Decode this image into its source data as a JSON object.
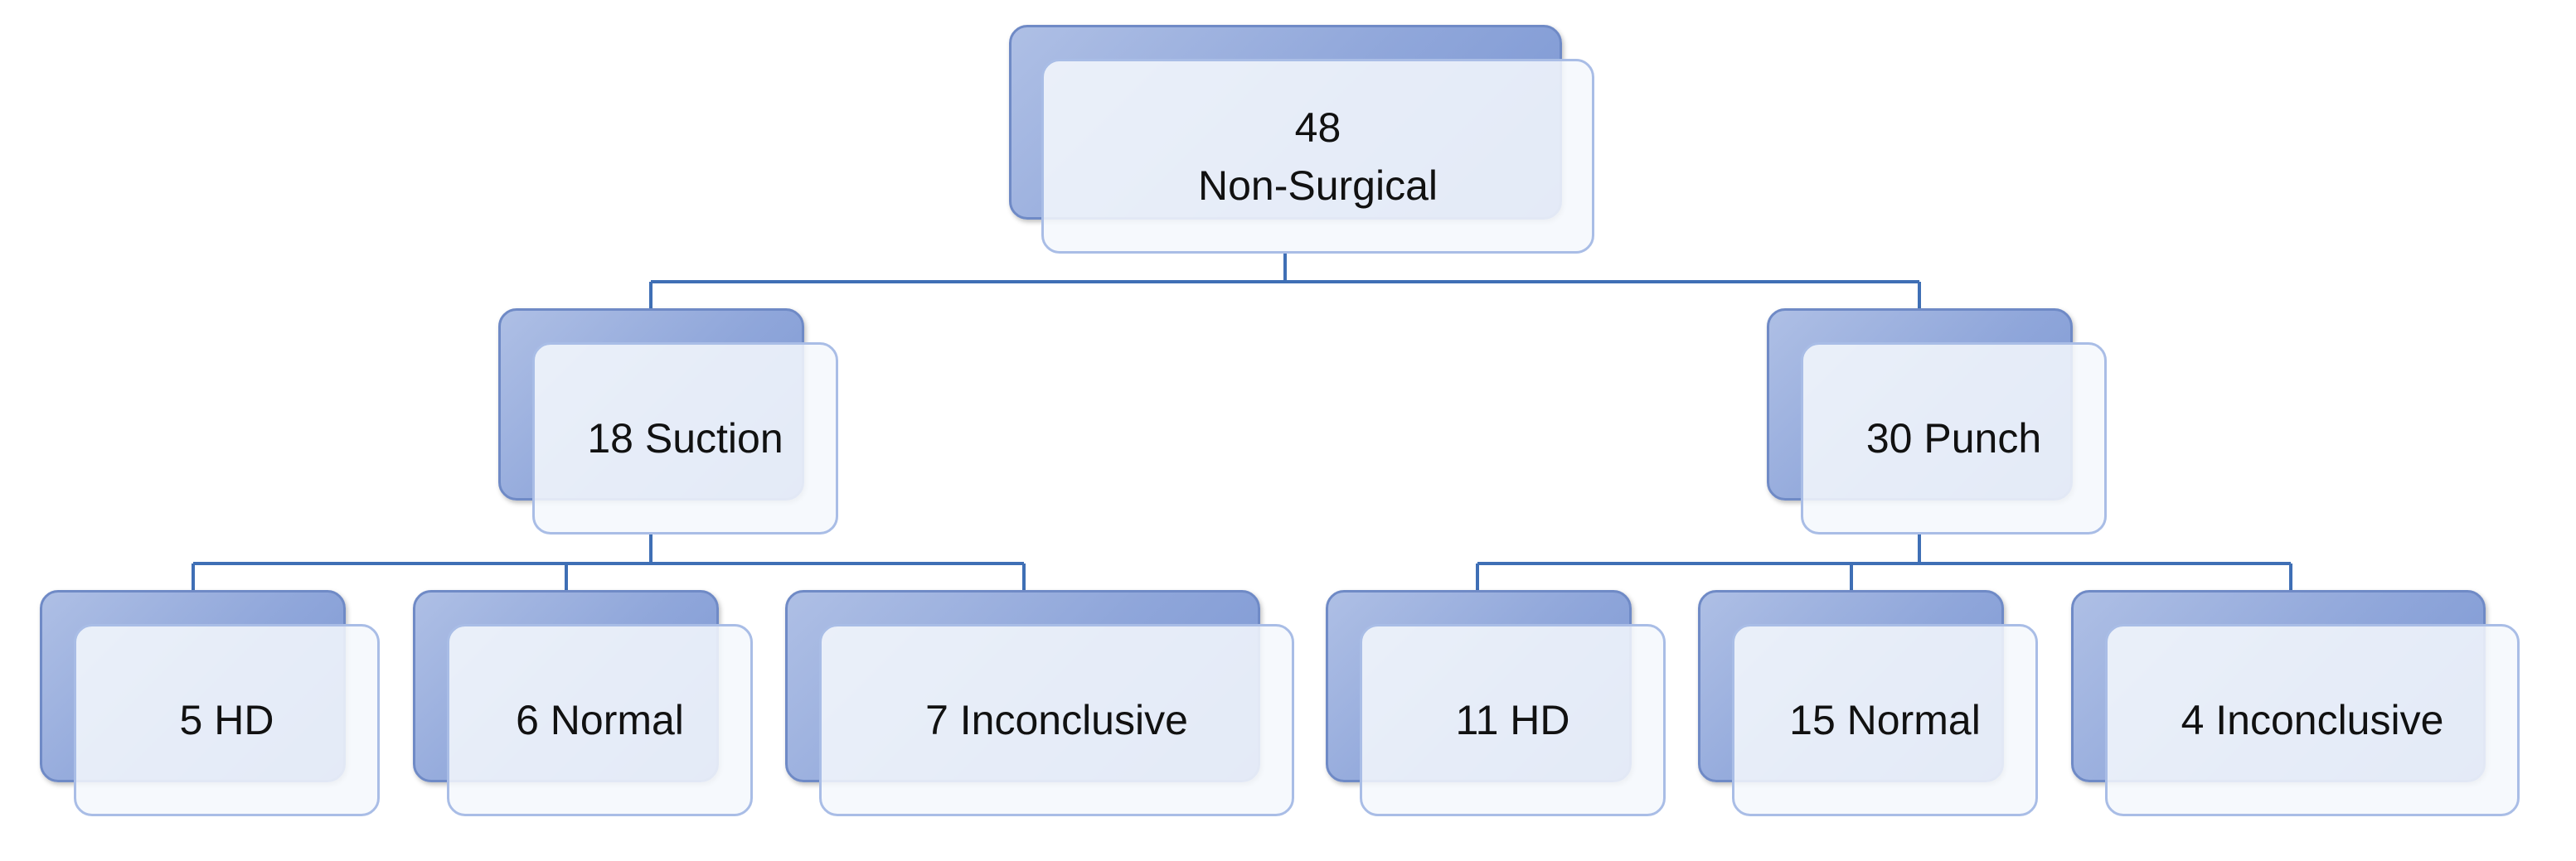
{
  "tree": {
    "root": {
      "label": "48\nNon-Surgical"
    },
    "level1": [
      {
        "label": "18 Suction"
      },
      {
        "label": "30 Punch"
      }
    ],
    "level2": [
      {
        "label": "5 HD"
      },
      {
        "label": "6 Normal"
      },
      {
        "label": "7 Inconclusive"
      },
      {
        "label": "11 HD"
      },
      {
        "label": "15 Normal"
      },
      {
        "label": "4 Inconclusive"
      }
    ]
  },
  "colors": {
    "connector": "#3f6fb5",
    "node_back": "#8fa6da",
    "node_front": "#f5f8fd"
  }
}
